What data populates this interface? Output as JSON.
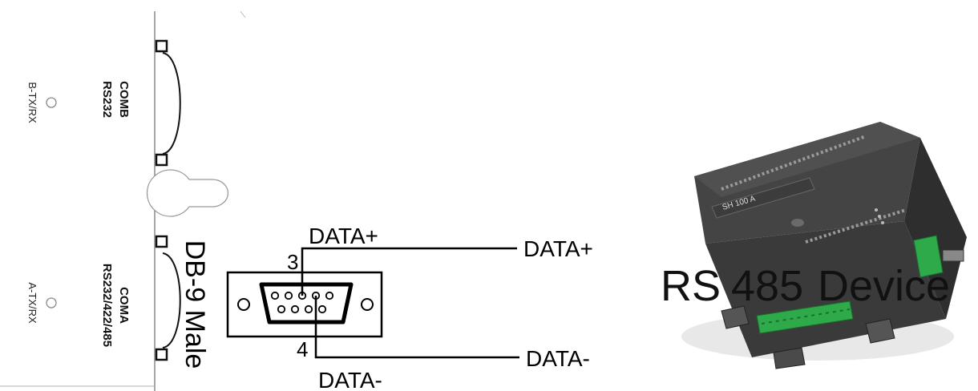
{
  "panel": {
    "port_b": {
      "name": "COMB",
      "standard": "RS232",
      "led_label": "B-TX/RX"
    },
    "port_a": {
      "name": "COMA",
      "standard": "RS232/422/485",
      "led_label": "A-TX/RX"
    }
  },
  "connector": {
    "label": "DB-9 Male",
    "pin_top": {
      "number": "3",
      "signal": "DATA+"
    },
    "pin_bottom": {
      "number": "4",
      "signal": "DATA-"
    }
  },
  "wires": {
    "top_end_label": "DATA+",
    "bottom_end_label": "DATA-"
  },
  "device": {
    "caption_rs": "RS",
    "caption_num": "485",
    "caption_word": "Device",
    "model": "SH 100 A"
  }
}
